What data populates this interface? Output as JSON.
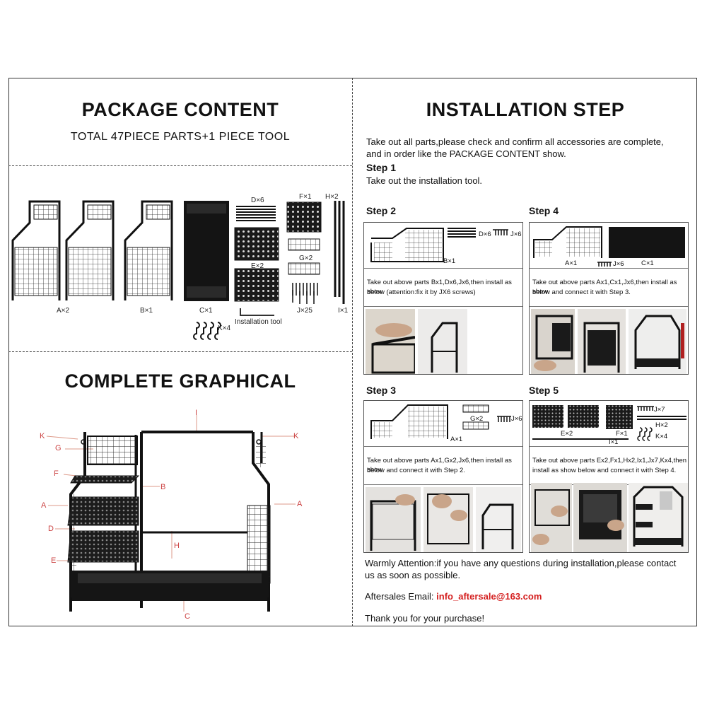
{
  "left": {
    "package_title": "PACKAGE CONTENT",
    "package_subtitle": "TOTAL 47PIECE PARTS+1 PIECE TOOL",
    "parts": {
      "a": "A×2",
      "b": "B×1",
      "c": "C×1",
      "d": "D×6",
      "e": "E×2",
      "f": "F×1",
      "g": "G×2",
      "h": "H×2",
      "j": "J×25",
      "i": "I×1",
      "k": "K×4",
      "tool": "Installation tool"
    },
    "complete_title": "COMPLETE GRAPHICAL",
    "callouts": {
      "i": "I",
      "k_left": "K",
      "k_right": "K",
      "g": "G",
      "f": "F",
      "b": "B",
      "a_left": "A",
      "a_right": "A",
      "d": "D",
      "h": "H",
      "e": "E",
      "c": "C"
    }
  },
  "right": {
    "title": "INSTALLATION STEP",
    "intro_line1": "Take out all parts,please check and confirm all accessories are complete,",
    "intro_line2": "and in order like the PACKAGE CONTENT show.",
    "step1_title": "Step 1",
    "step1_text": "Take out the installation tool.",
    "step2": {
      "title": "Step 2",
      "labels": {
        "d": "D×6",
        "j": "J×6",
        "b": "B×1"
      },
      "line1": "Take out above parts Bx1,Dx6,Jx6,then install as show",
      "line2": "below (attention:fix it by JX6 screws)"
    },
    "step4": {
      "title": "Step 4",
      "labels": {
        "a": "A×1",
        "j": "J×6",
        "c": "C×1"
      },
      "line1": "Take out above parts Ax1,Cx1,Jx6,then install as show",
      "line2": "below and connect it with Step 3."
    },
    "step3": {
      "title": "Step 3",
      "labels": {
        "g": "G×2",
        "j": "J×6",
        "a": "A×1"
      },
      "line1": "Take out above parts Ax1,Gx2,Jx6,then install as show",
      "line2": "below and connect it with Step 2."
    },
    "step5": {
      "title": "Step 5",
      "labels": {
        "e": "E×2",
        "f": "F×1",
        "i": "I×1",
        "j": "J×7",
        "h": "H×2",
        "k": "K×4"
      },
      "line1": "Take out above parts Ex2,Fx1,Hx2,Ix1,Jx7,Kx4,then",
      "line2": "install as show below and connect it with Step 4."
    },
    "attention_line1": "Warmly Attention:if you have any questions during installation,please contact",
    "attention_line2": "us as soon as possible.",
    "email_label": "Aftersales Email: ",
    "email_value": "info_aftersale@163.com",
    "thanks": "Thank you for your purchase!"
  },
  "colors": {
    "accent_red": "#d42020",
    "frame": "#333333",
    "metal": "#1a1a1a"
  }
}
